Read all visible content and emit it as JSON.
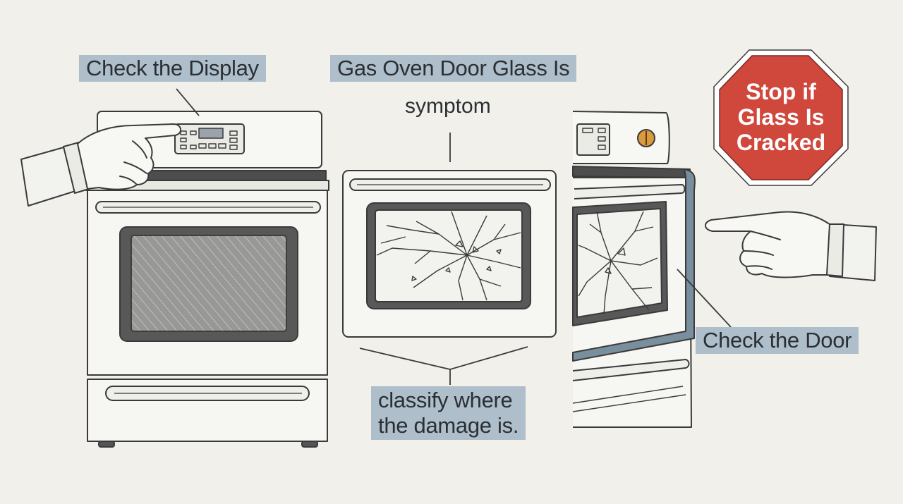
{
  "labels": {
    "display": "Check the Display",
    "title": "Gas Oven Door Glass Is",
    "symptom": "symptom",
    "classify_line1": "classify where",
    "classify_line2": "the damage is.",
    "door": "Check the Door"
  },
  "stop_sign": {
    "line1": "Stop if",
    "line2": "Glass Is",
    "line3": "Cracked",
    "color": "#d0473c"
  },
  "colors": {
    "background": "#f1f0ea",
    "tape": "#aebfcb",
    "ink": "#3a3a3a",
    "knob": "#d99a3d"
  }
}
